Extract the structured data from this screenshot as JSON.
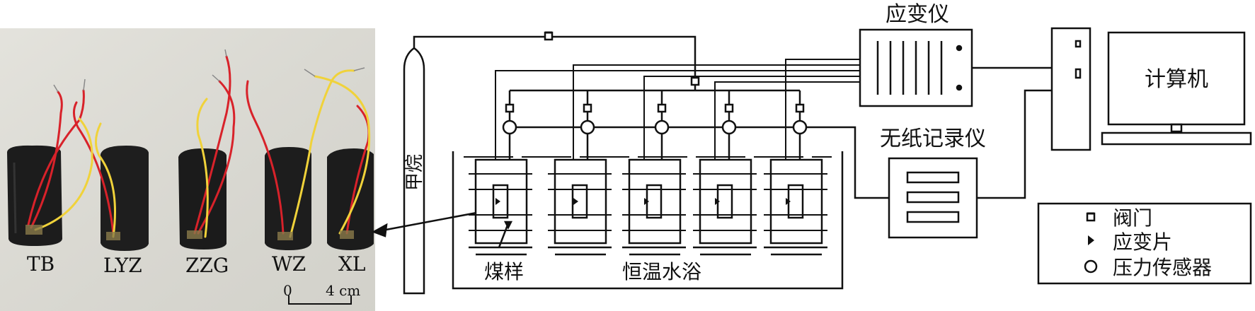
{
  "photo": {
    "samples": [
      "TB",
      "LYZ",
      "ZZG",
      "WZ",
      "XL"
    ],
    "scale_zero": "0",
    "scale_label": "4 cm"
  },
  "schematic": {
    "gas_cylinder_label": "甲烷",
    "strain_meter_label": "应变仪",
    "computer_label": "计算机",
    "recorder_label": "无纸记录仪",
    "coal_sample_label": "煤样",
    "water_bath_label": "恒温水浴"
  },
  "legend": {
    "items": [
      {
        "icon": "valve-icon",
        "label": "阀门"
      },
      {
        "icon": "strain-gauge-icon",
        "label": "应变片"
      },
      {
        "icon": "pressure-sensor-icon",
        "label": "压力传感器"
      }
    ]
  },
  "colors": {
    "wire_red": "#d8222a",
    "wire_yellow": "#f0d23a",
    "coal": "#1c1c1c",
    "photo_bg": "#dcdcd6",
    "line": "#111111"
  }
}
